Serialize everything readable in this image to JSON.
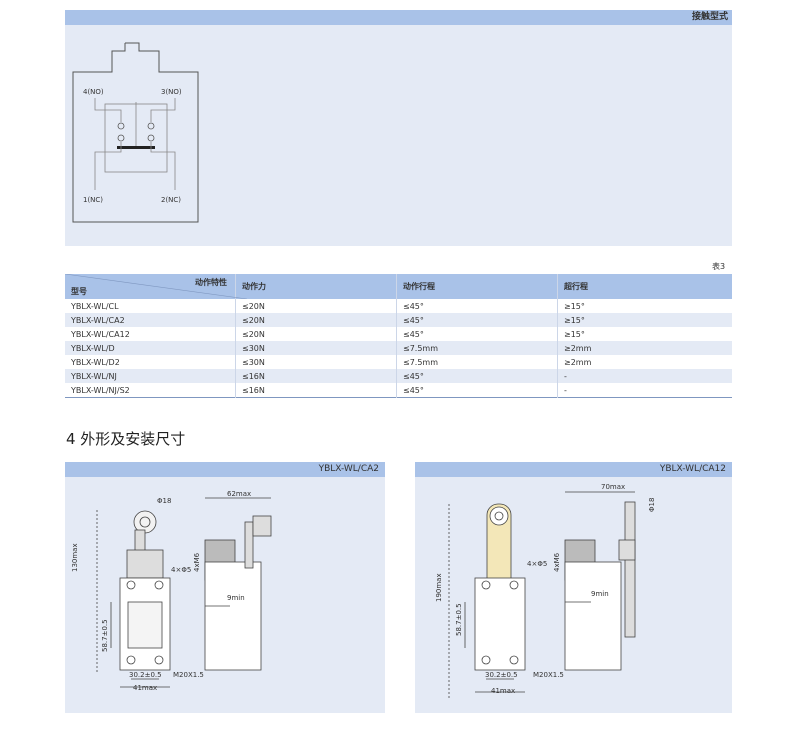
{
  "contact_panel": {
    "title": "接触型式",
    "contacts": {
      "no_left": "4(NO)",
      "no_right": "3(NO)",
      "nc_left": "1(NC)",
      "nc_right": "2(NC)"
    }
  },
  "table": {
    "number": "表3",
    "header_diag_top": "动作特性",
    "header_diag_bottom": "型号",
    "columns": [
      "动作力",
      "动作行程",
      "超行程"
    ],
    "rows": [
      [
        "YBLX-WL/CL",
        "≤20N",
        "≤45°",
        "≥15°"
      ],
      [
        "YBLX-WL/CA2",
        "≤20N",
        "≤45°",
        "≥15°"
      ],
      [
        "YBLX-WL/CA12",
        "≤20N",
        "≤45°",
        "≥15°"
      ],
      [
        "YBLX-WL/D",
        "≤30N",
        "≤7.5mm",
        "≥2mm"
      ],
      [
        "YBLX-WL/D2",
        "≤30N",
        "≤7.5mm",
        "≥2mm"
      ],
      [
        "YBLX-WL/NJ",
        "≤16N",
        "≤45°",
        "-"
      ],
      [
        "YBLX-WL/NJ/S2",
        "≤16N",
        "≤45°",
        "-"
      ]
    ]
  },
  "section_title": "4 外形及安装尺寸",
  "drawing_ca2": {
    "model": "YBLX-WL/CA2",
    "dims": {
      "roller": "Φ18",
      "width_side": "62max",
      "height": "130max",
      "hole_spacing": "58.7±0.5",
      "holes": "4×Φ5",
      "screw": "4xM6",
      "side_offset": "9min",
      "base_spacing": "30.2±0.5",
      "thread": "M20X1.5",
      "width_front": "41max"
    }
  },
  "drawing_ca12": {
    "model": "YBLX-WL/CA12",
    "dims": {
      "roller": "Φ18",
      "width_side": "70max",
      "height": "190max",
      "hole_spacing": "58.7±0.5",
      "holes": "4×Φ5",
      "screw": "4xM6",
      "side_offset": "9min",
      "base_spacing": "30.2±0.5",
      "thread": "M20X1.5",
      "width_front": "41max"
    }
  }
}
